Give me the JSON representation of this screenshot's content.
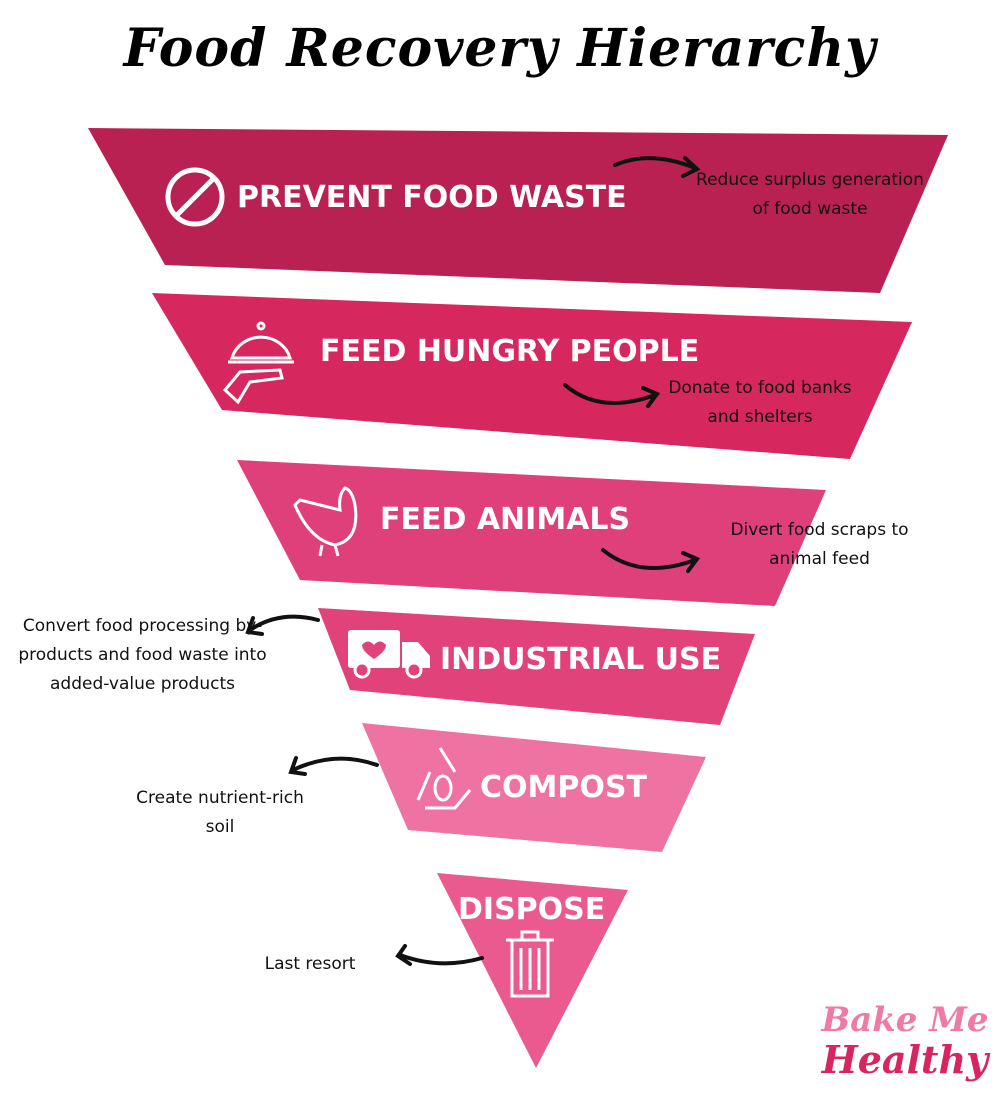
{
  "title": "Food Recovery Hierarchy",
  "colors": {
    "tier1": "#b82151",
    "tier2": "#d6275f",
    "tier3": "#e0407a",
    "tier4": "#e2427a",
    "tier5": "#ef73a2",
    "tier6": "#ea5a8e"
  },
  "tiers": [
    {
      "label": "PREVENT FOOD WASTE",
      "icon": "prohibited-icon",
      "note": "Reduce surplus generation of food waste"
    },
    {
      "label": "FEED HUNGRY PEOPLE",
      "icon": "serving-cloche-icon",
      "note": "Donate to food banks and shelters"
    },
    {
      "label": "FEED ANIMALS",
      "icon": "chicken-icon",
      "note": "Divert food scraps to animal feed"
    },
    {
      "label": "INDUSTRIAL USE",
      "icon": "delivery-truck-icon",
      "note": "Convert food processing by-products and food waste into added-value products"
    },
    {
      "label": "COMPOST",
      "icon": "recycle-apple-icon",
      "note": "Create nutrient-rich soil"
    },
    {
      "label": "DISPOSE",
      "icon": "trash-can-icon",
      "note": "Last resort"
    }
  ],
  "logo": {
    "line1": "Bake Me",
    "line2": "Healthy"
  }
}
